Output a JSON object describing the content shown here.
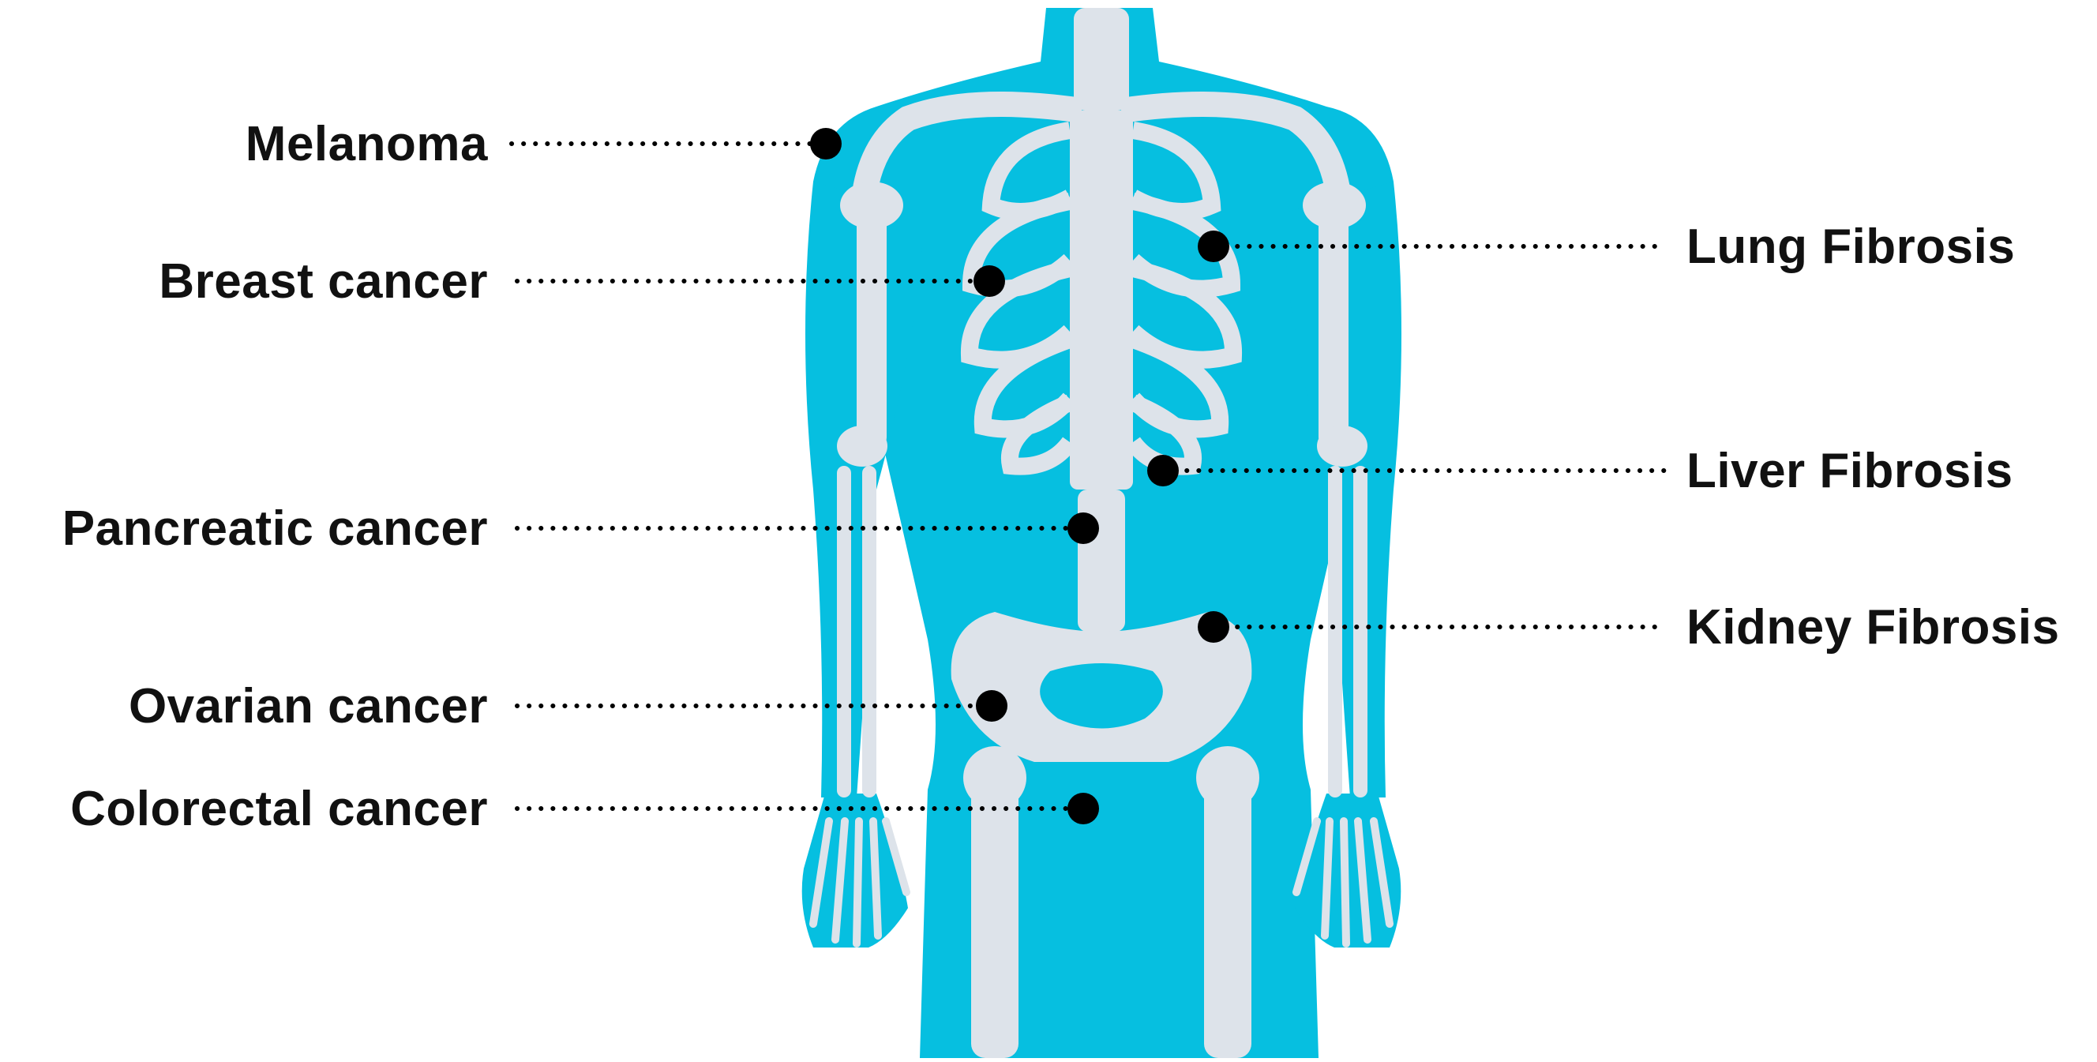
{
  "colors": {
    "body": "#06bfe0",
    "bone": "#dde3ea",
    "marker": "#000000",
    "text": "#111111"
  },
  "labels": {
    "melanoma": "Melanoma",
    "breast_cancer": "Breast cancer",
    "pancreatic_cancer": "Pancreatic cancer",
    "ovarian_cancer": "Ovarian cancer",
    "colorectal_cancer": "Colorectal cancer",
    "lung_fibrosis": "Lung Fibrosis",
    "liver_fibrosis": "Liver Fibrosis",
    "kidney_fibrosis": "Kidney Fibrosis"
  }
}
